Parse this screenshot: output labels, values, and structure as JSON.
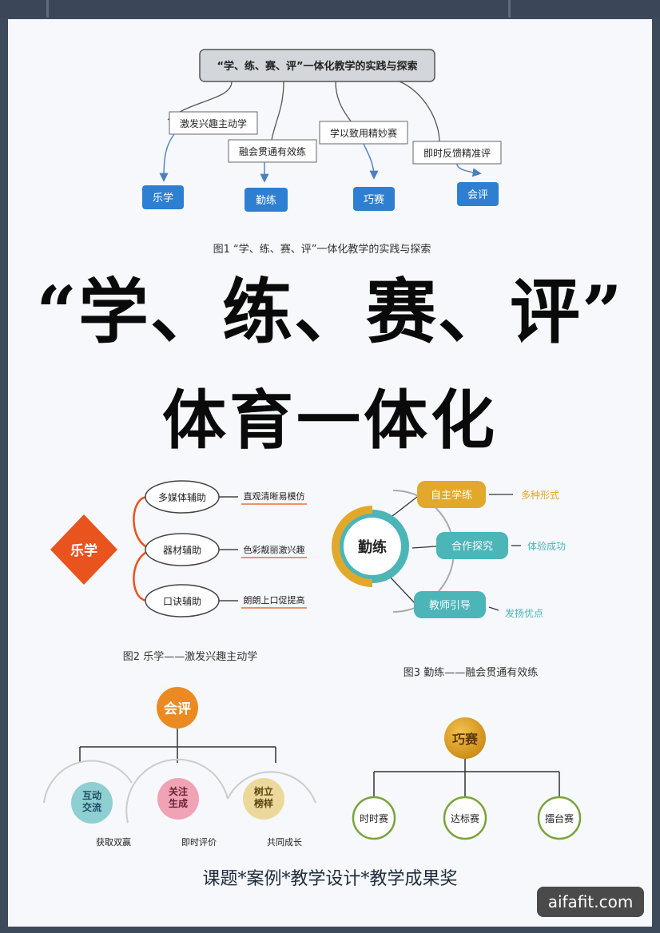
{
  "fig1": {
    "title": "“学、练、赛、评”一体化教学的实践与探索",
    "labels": [
      "激发兴趣主动学",
      "融会贯通有效练",
      "学以致用精妙赛",
      "即时反馈精准评"
    ],
    "nodes": [
      "乐学",
      "勤练",
      "巧赛",
      "会评"
    ],
    "caption": "图1 “学、练、赛、评”一体化教学的实践与探索"
  },
  "headline": {
    "line1": "“学、练、赛、评”",
    "line2": "体育一体化"
  },
  "fig2": {
    "center": "乐学",
    "items": [
      "多媒体辅助",
      "器材辅助",
      "口诀辅助"
    ],
    "notes": [
      "直观清晰易模仿",
      "色彩靓丽激兴趣",
      "朗朗上口促提高"
    ],
    "caption": "图2 乐学——激发兴趣主动学"
  },
  "fig3": {
    "center": "勤练",
    "items": [
      "自主学练",
      "合作探究",
      "教师引导"
    ],
    "notes": [
      "多种形式",
      "体验成功",
      "发扬优点"
    ],
    "caption": "图3 勤练——融会贯通有效练"
  },
  "fig4": {
    "center": "会评",
    "items": [
      "互动交流",
      "关注生成",
      "树立榜样"
    ],
    "notes": [
      "获取双赢",
      "即时评价",
      "共同成长"
    ]
  },
  "fig5": {
    "center": "巧赛",
    "items": [
      "时时赛",
      "达标赛",
      "擂台赛"
    ]
  },
  "footer": "课题*案例*教学设计*教学成果奖",
  "watermark": "aifafit.com",
  "colors": {
    "blue": "#2e7fd1",
    "orange_diamond": "#e8531e",
    "gold": "#e2a82c",
    "teal": "#4bb5b8",
    "green_circle": "#7aa23a"
  }
}
